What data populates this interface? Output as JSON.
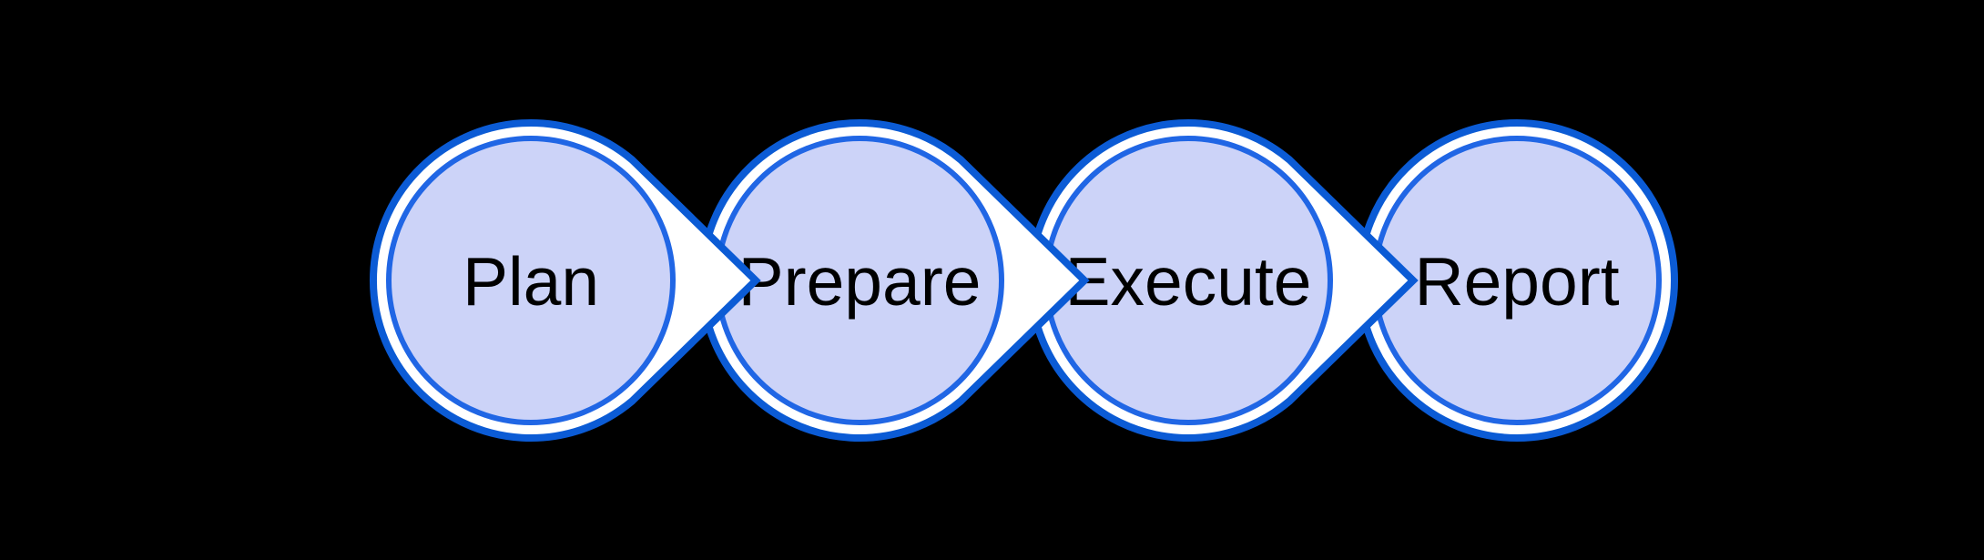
{
  "diagram": {
    "type": "process-flow",
    "direction": "left-to-right",
    "steps": [
      {
        "label": "Plan"
      },
      {
        "label": "Prepare"
      },
      {
        "label": "Execute"
      },
      {
        "label": "Report"
      }
    ],
    "colors": {
      "background": "#000000",
      "node_fill": "#CCD3F8",
      "node_stroke": "#2066E5",
      "outer_ring_stroke": "#0B5BD5",
      "outer_ring_fill": "#FFFFFF",
      "connector_fill": "#FFFFFF",
      "label_color": "#000000"
    }
  }
}
